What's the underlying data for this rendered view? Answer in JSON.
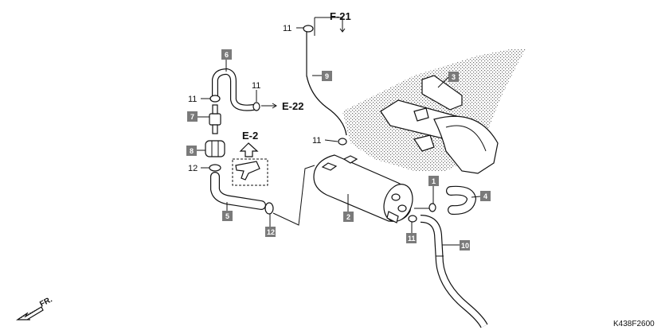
{
  "colors": {
    "label_box": "#7a7a7a",
    "ink": "#111111",
    "stipple": "#6b6b6b"
  },
  "callouts": {
    "p1": "1",
    "p2": "2",
    "p3": "3",
    "p4": "4",
    "p5": "5",
    "p6": "6",
    "p7": "7",
    "p8": "8",
    "p9": "9",
    "p10": "10",
    "p12": "12"
  },
  "numbers": {
    "n11_top": "11",
    "n11_left_upper": "11",
    "n11_left_mid": "11",
    "n11_center": "11",
    "n12_left": "12"
  },
  "refs": {
    "f21": "F-21",
    "e22": "E-22",
    "e2": "E-2"
  },
  "direction": {
    "fr": "FR."
  },
  "code": "K438F2600"
}
